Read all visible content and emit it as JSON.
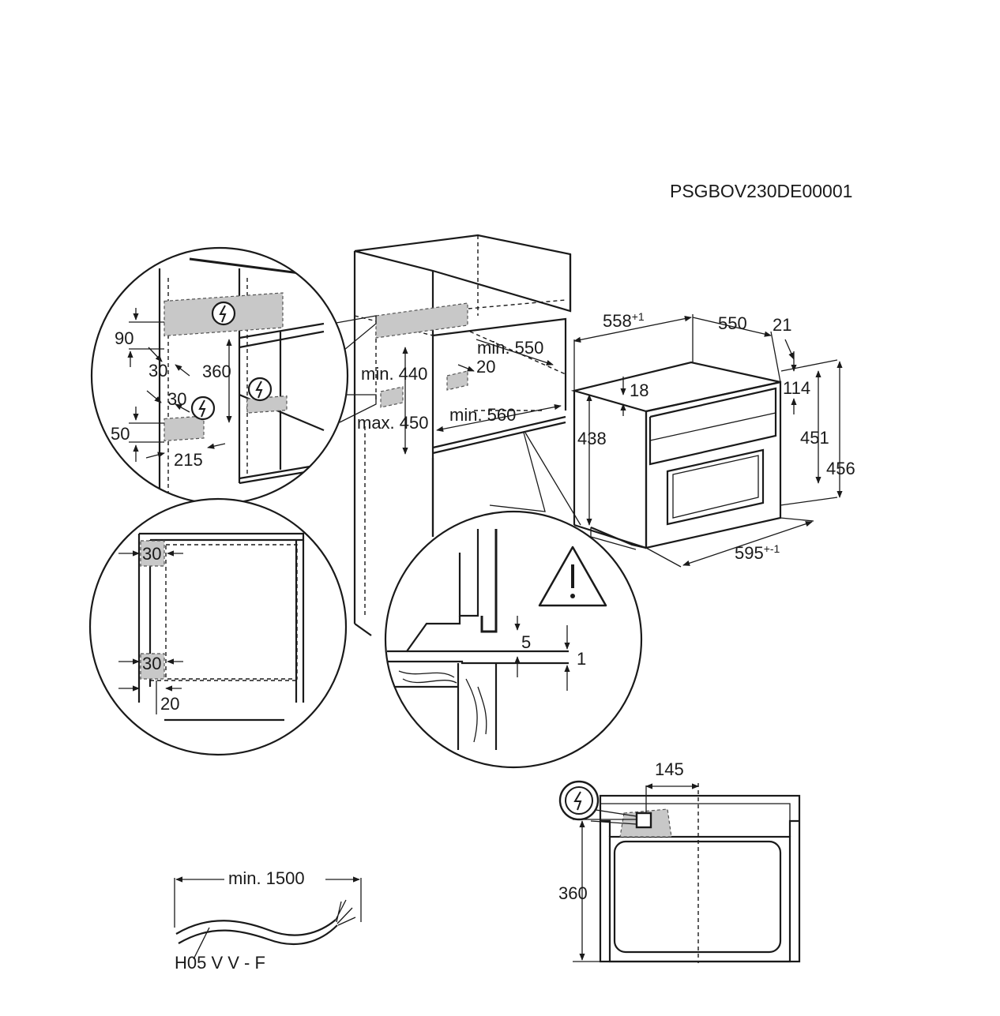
{
  "document_code": "PSGBOV230DE00001",
  "dimensions": {
    "appliance_depth": "558",
    "appliance_depth_tolerance": "+1",
    "body_depth": "550",
    "front_thickness": "21",
    "top_offset": "18",
    "door_height": "114",
    "body_height": "438",
    "height_451": "451",
    "height_456": "456",
    "width": "595",
    "width_tolerance": "+-1",
    "niche_depth": "min. 550",
    "niche_height_min": "min. 440",
    "niche_height_max": "max. 450",
    "niche_width": "min. 560",
    "gap_20": "20"
  },
  "detail_top_left": {
    "d90": "90",
    "d30a": "30",
    "d360": "360",
    "d30b": "30",
    "d50": "50",
    "d215": "215"
  },
  "detail_bottom_left": {
    "d30_top": "30",
    "d30_bottom": "30",
    "d20": "20"
  },
  "detail_bottom_center": {
    "d5": "5",
    "d1": "1"
  },
  "socket_view": {
    "d145": "145",
    "d360": "360"
  },
  "cable": {
    "length": "min. 1500",
    "type": "H05 V V - F"
  },
  "icons": [
    "electric-socket-icon",
    "warning-triangle-icon"
  ]
}
